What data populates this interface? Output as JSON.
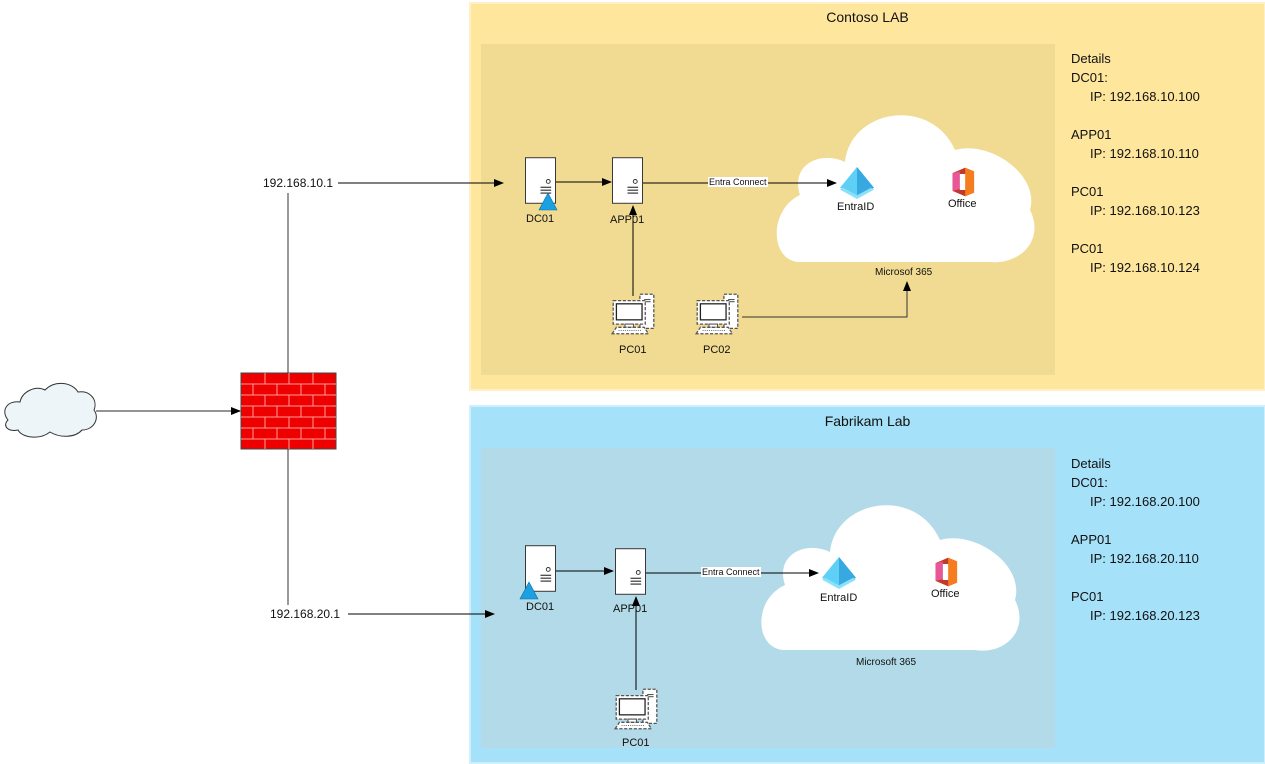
{
  "diagram": {
    "internet": {
      "icon": "cloud-icon"
    },
    "firewall": {
      "icon": "brick-firewall-icon"
    },
    "gateways": [
      {
        "label": "192.168.10.1"
      },
      {
        "label": "192.168.20.1"
      }
    ]
  },
  "contoso": {
    "title": "Contoso LAB",
    "colors": {
      "zone": "#FEE69C",
      "inner": "#F1DB92"
    },
    "nodes": {
      "dc": "DC01",
      "app": "APP01",
      "pc1": "PC01",
      "pc2": "PC02"
    },
    "connector_label": "Entra Connect",
    "cloud": {
      "label": "Microsof 365",
      "entra": "EntraID",
      "office": "Office"
    },
    "details": {
      "heading": "Details",
      "entries": [
        {
          "name": "DC01:",
          "ip": "IP: 192.168.10.100"
        },
        {
          "name": "APP01",
          "ip": "IP: 192.168.10.110"
        },
        {
          "name": "PC01",
          "ip": "IP: 192.168.10.123"
        },
        {
          "name": "PC01",
          "ip": "IP: 192.168.10.124"
        }
      ]
    }
  },
  "fabrikam": {
    "title": "Fabrikam Lab",
    "colors": {
      "zone": "#A5E1F8",
      "inner": "#B3DAE8"
    },
    "nodes": {
      "dc": "DC01",
      "app": "APP01",
      "pc1": "PC01"
    },
    "connector_label": "Entra Connect",
    "cloud": {
      "label": "Microsoft 365",
      "entra": "EntraID",
      "office": "Office"
    },
    "details": {
      "heading": "Details",
      "entries": [
        {
          "name": "DC01:",
          "ip": "IP: 192.168.20.100"
        },
        {
          "name": "APP01",
          "ip": "IP: 192.168.20.110"
        },
        {
          "name": "PC01",
          "ip": "IP: 192.168.20.123"
        }
      ]
    }
  }
}
